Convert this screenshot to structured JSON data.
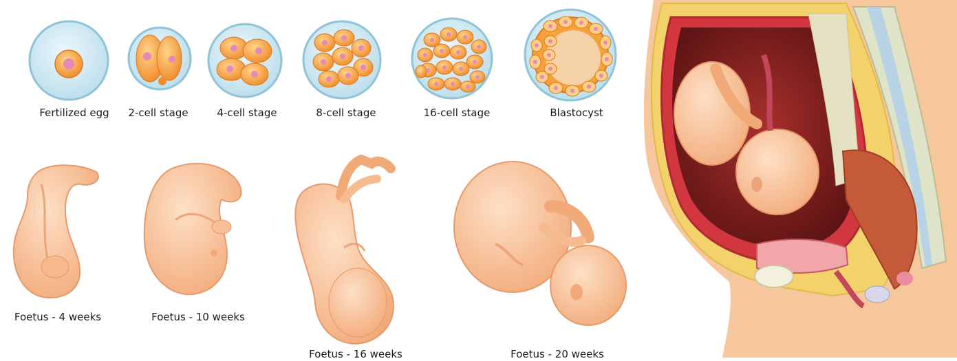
{
  "cell_stages": [
    {
      "label": "Fertilized egg"
    },
    {
      "label": "2-cell stage"
    },
    {
      "label": "4-cell stage"
    },
    {
      "label": "8-cell stage"
    },
    {
      "label": "16-cell stage"
    },
    {
      "label": "Blastocyst"
    }
  ],
  "foetus_stages": [
    {
      "label": "Foetus - 4 weeks"
    },
    {
      "label": "Foetus - 10 weeks"
    },
    {
      "label": "Foetus - 16 weeks"
    },
    {
      "label": "Foetus - 20 weeks"
    }
  ],
  "colors": {
    "zona": "#cfe7f1",
    "zona_edge": "#8fc4d8",
    "cell": "#f6a13c",
    "cell_light": "#ffc978",
    "nucleus": "#e58ab8",
    "skin": "#f9c49a",
    "skin_shade": "#eea47a",
    "uterus": "#d2363f",
    "amniotic": "#7a1d1d",
    "fat": "#f3d26b",
    "spine": "#dfe3c8"
  }
}
